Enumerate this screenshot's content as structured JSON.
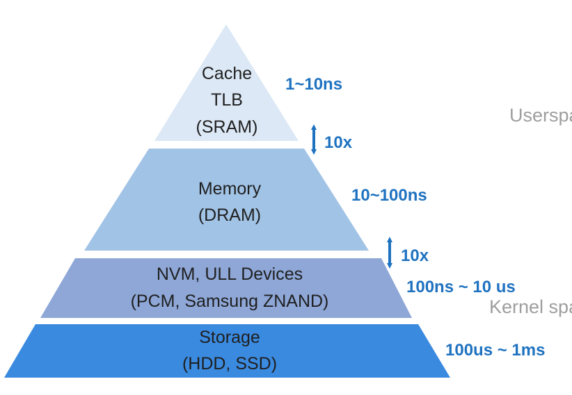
{
  "colors": {
    "tier_cache": "#dce8f5",
    "tier_memory": "#a1c3e6",
    "tier_nvm": "#8ea7d7",
    "tier_storage": "#3a8ae0",
    "accent_blue": "#1f72c0",
    "side_label_gray": "#9e9e9e",
    "tier_text": "#1f1f1f"
  },
  "tiers": [
    {
      "lines": [
        "Cache",
        "TLB",
        "(SRAM)"
      ]
    },
    {
      "lines": [
        "Memory",
        "(DRAM)"
      ]
    },
    {
      "lines": [
        "NVM, ULL Devices",
        "(PCM, Samsung ZNAND)"
      ]
    },
    {
      "lines": [
        "Storage",
        "(HDD, SSD)"
      ]
    }
  ],
  "latencies": [
    "1~10ns",
    "10~100ns",
    "100ns ~ 10 us",
    "100us ~ 1ms"
  ],
  "ratios": [
    {
      "label": "10x",
      "icon": "double-arrow-vertical-icon"
    },
    {
      "label": "10x",
      "icon": "double-arrow-vertical-icon"
    }
  ],
  "side_labels": [
    "Userspa",
    "Kernel spa"
  ]
}
